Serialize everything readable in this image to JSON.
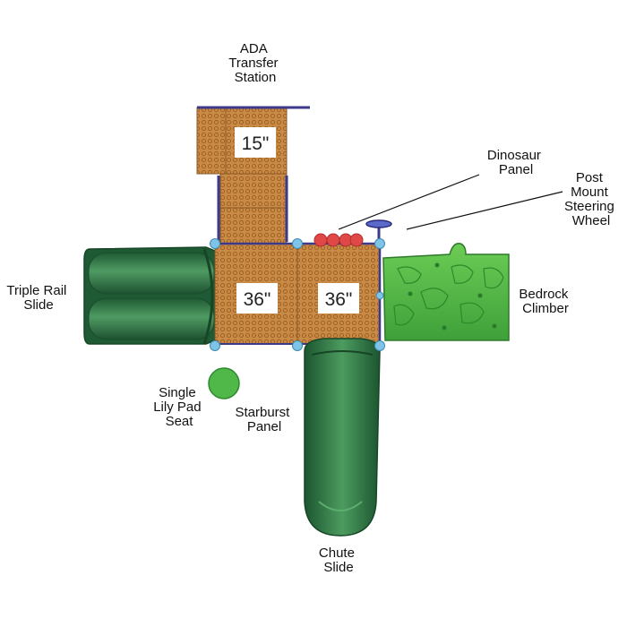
{
  "labels": {
    "ada": [
      "ADA",
      "Transfer",
      "Station"
    ],
    "dinosaur": [
      "Dinosaur",
      "Panel"
    ],
    "steering": [
      "Post",
      "Mount",
      "Steering",
      "Wheel"
    ],
    "triple_rail": [
      "Triple Rail",
      "Slide"
    ],
    "bedrock": [
      "Bedrock",
      "Climber"
    ],
    "lily_pad": [
      "Single",
      "Lily Pad",
      "Seat"
    ],
    "starburst": [
      "Starburst",
      "Panel"
    ],
    "chute": [
      "Chute",
      "Slide"
    ]
  },
  "decks": {
    "ada_height": "15\"",
    "left_height": "36\"",
    "right_height": "36\""
  },
  "colors": {
    "deck": "#c98a45",
    "deck_dot": "#9a5d22",
    "slide": "#2f7a45",
    "climber": "#5cc24a",
    "rail": "#3d3a8a",
    "post": "#7fc4e6",
    "dino": "#e04848",
    "lily": "#4fb848"
  }
}
